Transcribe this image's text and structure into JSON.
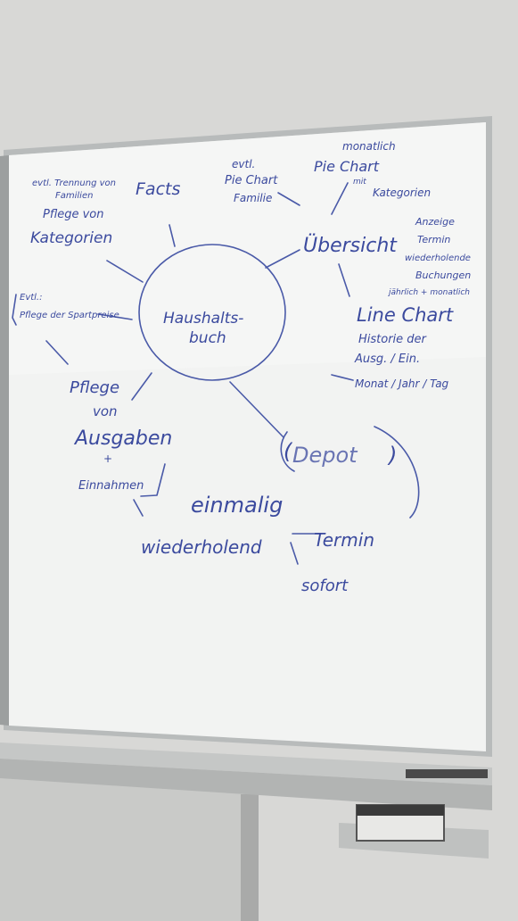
{
  "whiteboard": {
    "center_label_line1": "Haushalts-",
    "center_label_line2": "buch",
    "notes": {
      "facts": "Facts",
      "evtl_pie_line1": "evtl.",
      "evtl_pie_line2": "Pie Chart",
      "evtl_pie_line3": "Familie",
      "monatlich_line1": "monatlich",
      "monatlich_line2": "Pie Chart",
      "monatlich_line3": "mit",
      "monatlich_line4": "Kategorien",
      "uebersicht": "Übersicht",
      "anzeige_line1": "Anzeige",
      "anzeige_line2": "Termin",
      "anzeige_line3": "wiederholende",
      "anzeige_line4": "Buchungen",
      "anzeige_line5": "jährlich + monatlich",
      "line_chart": "Line Chart",
      "historie_line1": "Historie der",
      "historie_line2": "Ausg. / Ein.",
      "historie_line3": "Monat / Jahr / Tag",
      "evtl_trenn_line1": "evtl. Trennung von",
      "evtl_trenn_line2": "Familien",
      "pflege_kat_line1": "Pflege von",
      "pflege_kat_line2": "Kategorien",
      "evtl_sparten_line1": "Evtl.:",
      "evtl_sparten_line2": "Pflege der Spartpreise",
      "pflege_ausgaben_line1": "Pflege",
      "pflege_ausgaben_line2": "von",
      "pflege_ausgaben_line3": "Ausgaben",
      "pflege_ausgaben_line4": "+",
      "pflege_ausgaben_line5": "Einnahmen",
      "depot": "Depot",
      "einmalig": "einmalig",
      "wiederholend": "wiederholend",
      "termin": "Termin",
      "sofort": "sofort"
    }
  },
  "colors": {
    "wall": "#d9d9d7",
    "board": "#f3f4f3",
    "frame": "#b9bcbc",
    "ink": "#3b4a9e",
    "tray": "#c7c9c8"
  }
}
